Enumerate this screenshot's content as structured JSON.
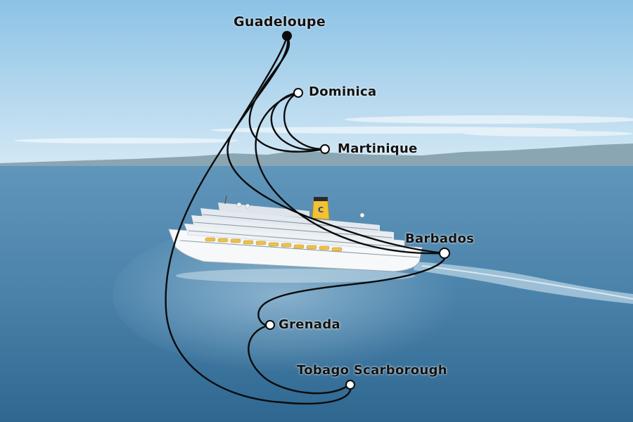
{
  "map": {
    "ports": [
      {
        "id": "guadeloupe",
        "label": "Guadeloupe",
        "major": true
      },
      {
        "id": "dominica",
        "label": "Dominica",
        "major": false
      },
      {
        "id": "martinique",
        "label": "Martinique",
        "major": false
      },
      {
        "id": "barbados",
        "label": "Barbados",
        "major": false
      },
      {
        "id": "grenada",
        "label": "Grenada",
        "major": false
      },
      {
        "id": "tobago",
        "label": "Tobago Scarborough",
        "major": false
      }
    ]
  },
  "colors": {
    "route": "#0b0b0b",
    "sky_top": "#8fc4e6",
    "sky_bottom": "#cfe6f4",
    "sea_top": "#5b93b9",
    "sea_bottom": "#2f6a92",
    "hills": "#7f9fae"
  },
  "icons": [
    "cruise-ship-icon",
    "port-marker-icon"
  ]
}
